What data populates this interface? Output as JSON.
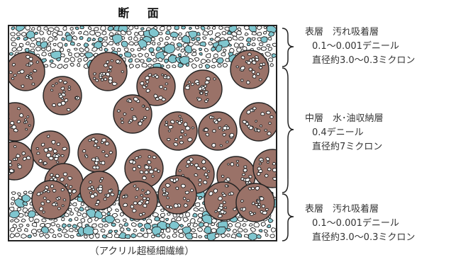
{
  "title": "断 面",
  "caption": "（アクリル超極細繊維）",
  "layers": {
    "top": {
      "name": "表層　汚れ吸着層",
      "denier": "0.1～0.001デニール",
      "diameter": "直径約3.0～0.3ミクロン"
    },
    "middle": {
      "name": "中層　水･油収納層",
      "denier": "0.4デニール",
      "diameter": "直径約7ミクロン"
    },
    "bottom": {
      "name": "表層　汚れ吸着層",
      "denier": "0.1～0.001デニール",
      "diameter": "直径約3.0～0.3ミクロン"
    }
  },
  "colors": {
    "fine_fiber": "#7fc6cf",
    "core_fiber": "#9a7268",
    "outline": "#222222"
  }
}
